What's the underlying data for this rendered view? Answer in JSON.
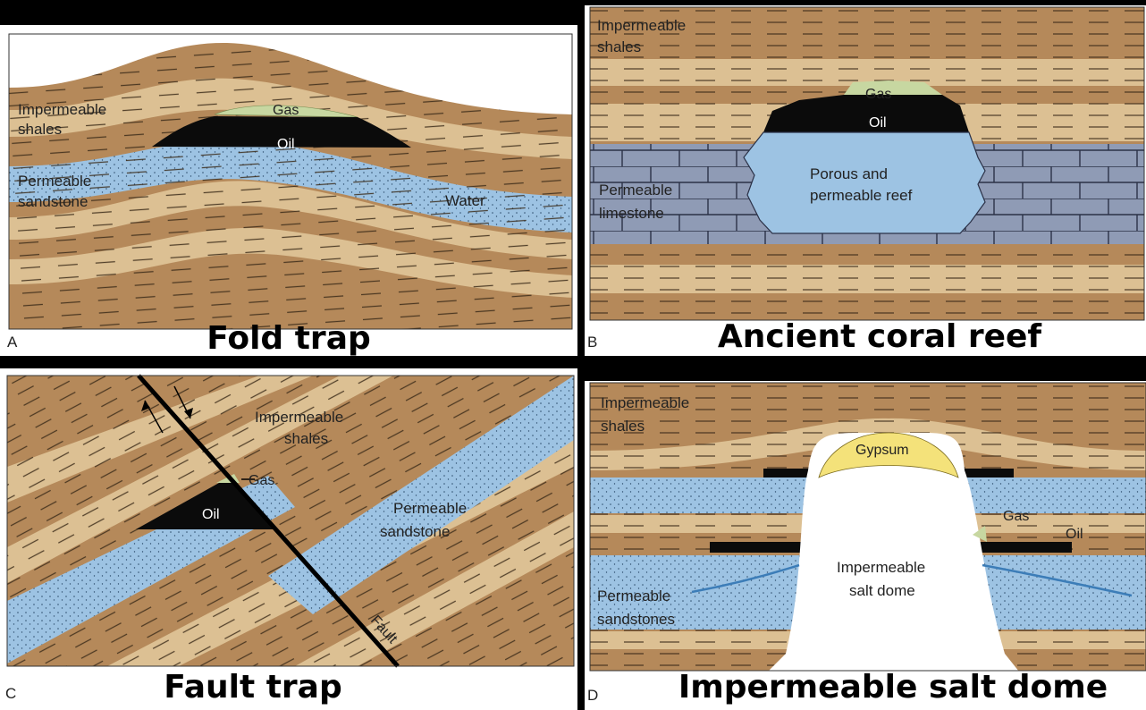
{
  "colors": {
    "shale_dark": "#b5895a",
    "shale_light": "#dcc093",
    "sandstone": "#9dc3e3",
    "limestone": "#8f9bb5",
    "oil": "#0b0b0b",
    "gas": "#c7d7a1",
    "gypsum": "#f4e27a",
    "salt": "#ffffff",
    "background": "#000000"
  },
  "panels": {
    "a": {
      "letter": "A",
      "title": "Fold trap",
      "labels": {
        "shales": [
          "Impermeable",
          "shales"
        ],
        "gas": "Gas",
        "oil": "Oil",
        "sandstone": [
          "Permeable",
          "sandstone"
        ],
        "water": "Water"
      }
    },
    "b": {
      "letter": "B",
      "title": "Ancient coral reef",
      "labels": {
        "shales": [
          "Impermeable",
          "shales"
        ],
        "gas": "Gas",
        "oil": "Oil",
        "reef": [
          "Porous and",
          "permeable reef"
        ],
        "limestone": [
          "Permeable",
          "limestone"
        ]
      }
    },
    "c": {
      "letter": "C",
      "title": "Fault trap",
      "labels": {
        "shales": [
          "Impermeable",
          "shales"
        ],
        "gas": "Gas",
        "oil": "Oil",
        "sandstone": [
          "Permeable",
          "sandstone"
        ],
        "fault": "Fault"
      }
    },
    "d": {
      "letter": "D",
      "title": "Impermeable salt dome",
      "labels": {
        "shales": [
          "Impermeable",
          "shales"
        ],
        "gypsum": "Gypsum",
        "gas": "Gas",
        "oil": "Oil",
        "salt": [
          "Impermeable",
          "salt dome"
        ],
        "sandstones": [
          "Permeable",
          "sandstones"
        ]
      }
    }
  }
}
